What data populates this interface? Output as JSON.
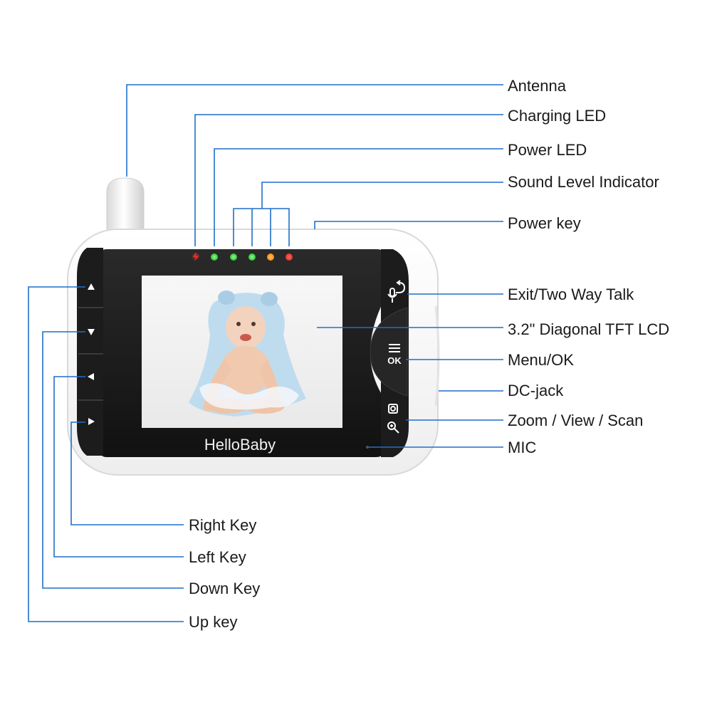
{
  "device": {
    "brand": "HelloBaby",
    "colors": {
      "body": "#ffffff",
      "bezel": "#222222",
      "callout_line": "#1f6fc8",
      "led_red": "#e8322c",
      "led_green": "#3fd144",
      "led_orange": "#ff9a1f"
    },
    "indicator_leds": [
      {
        "name": "charging",
        "color": "red"
      },
      {
        "name": "power",
        "color": "green"
      },
      {
        "name": "sound-1",
        "color": "green"
      },
      {
        "name": "sound-2",
        "color": "green"
      },
      {
        "name": "sound-3",
        "color": "orange"
      },
      {
        "name": "sound-4",
        "color": "red"
      }
    ],
    "left_keys": [
      {
        "name": "up",
        "icon": "triangle-up-icon"
      },
      {
        "name": "down",
        "icon": "triangle-down-icon"
      },
      {
        "name": "left",
        "icon": "triangle-left-icon"
      },
      {
        "name": "right",
        "icon": "triangle-right-icon"
      }
    ],
    "right_keys": [
      {
        "name": "talk",
        "icon": "mic-return-icon"
      },
      {
        "name": "menu-ok",
        "icon": "menu-ok-icon",
        "text": "OK"
      },
      {
        "name": "zoom",
        "icon": "camera-zoom-icon"
      }
    ],
    "screen_content": "baby-photo"
  },
  "callouts_right": [
    {
      "id": "antenna",
      "text": "Antenna"
    },
    {
      "id": "charging-led",
      "text": "Charging LED"
    },
    {
      "id": "power-led",
      "text": "Power LED"
    },
    {
      "id": "sound-level",
      "text": "Sound Level Indicator"
    },
    {
      "id": "power-key",
      "text": "Power key"
    },
    {
      "id": "exit-talk",
      "text": "Exit/Two Way Talk"
    },
    {
      "id": "tft-lcd",
      "text": "3.2\" Diagonal TFT LCD"
    },
    {
      "id": "menu-ok",
      "text": "Menu/OK"
    },
    {
      "id": "dc-jack",
      "text": "DC-jack"
    },
    {
      "id": "zoom-view-scan",
      "text": "Zoom / View / Scan"
    },
    {
      "id": "mic",
      "text": "MIC"
    }
  ],
  "callouts_left": [
    {
      "id": "right-key",
      "text": "Right Key"
    },
    {
      "id": "left-key",
      "text": "Left Key"
    },
    {
      "id": "down-key",
      "text": "Down Key"
    },
    {
      "id": "up-key",
      "text": "Up key"
    }
  ]
}
